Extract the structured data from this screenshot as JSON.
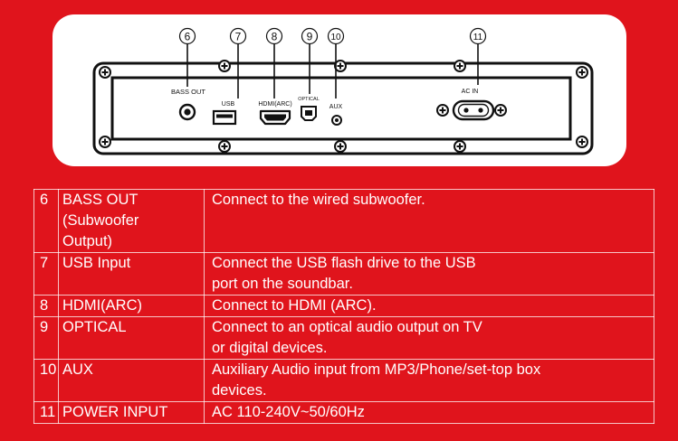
{
  "diagram": {
    "callouts": [
      "6",
      "7",
      "8",
      "9",
      "10",
      "11"
    ],
    "port_labels": {
      "bass_out": "BASS OUT",
      "usb": "USB",
      "hdmi": "HDMI(ARC)",
      "optical": "OPTICAL",
      "aux": "AUX",
      "ac_in": "AC IN"
    }
  },
  "table": {
    "rows": [
      {
        "num": "6",
        "name": [
          "BASS OUT",
          "(Subwoofer",
          "Output)"
        ],
        "desc": [
          "Connect to the wired subwoofer."
        ]
      },
      {
        "num": "7",
        "name": [
          "USB Input"
        ],
        "desc": [
          "Connect the USB flash drive to the USB",
          "port on the soundbar."
        ]
      },
      {
        "num": "8",
        "name": [
          "HDMI(ARC)"
        ],
        "desc": [
          "Connect to HDMI (ARC)."
        ]
      },
      {
        "num": "9",
        "name": [
          "OPTICAL"
        ],
        "desc": [
          "Connect to an optical audio output on TV",
          "or digital devices."
        ]
      },
      {
        "num": "10",
        "name": [
          "AUX"
        ],
        "desc": [
          "Auxiliary Audio input from MP3/Phone/set-top box",
          "devices."
        ]
      },
      {
        "num": "11",
        "name": [
          "POWER INPUT"
        ],
        "desc": [
          "AC 110-240V~50/60Hz"
        ]
      }
    ]
  }
}
